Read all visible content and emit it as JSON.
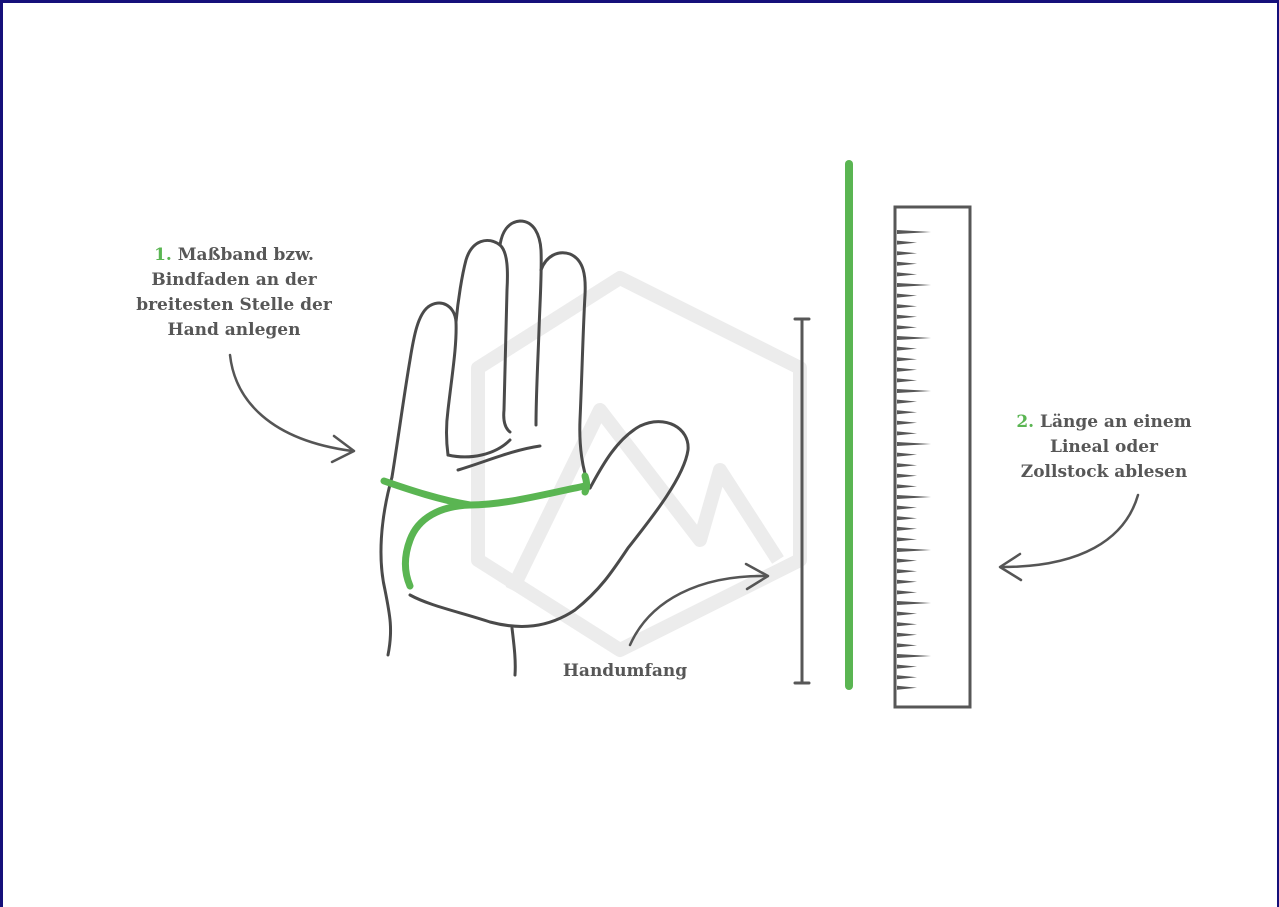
{
  "steps": [
    {
      "number": "1.",
      "lines": [
        "Maßband bzw.",
        "Bindfaden an der",
        "breitesten Stelle der",
        "Hand anlegen"
      ]
    },
    {
      "number": "2.",
      "lines": [
        "Länge an einem",
        "Lineal oder",
        "Zollstock ablesen"
      ]
    }
  ],
  "measure_label": "Handumfang",
  "colors": {
    "accent_green": "#5ab552",
    "line_gray": "#575757",
    "frame_navy": "#15107a",
    "watermark": "#ececec"
  }
}
